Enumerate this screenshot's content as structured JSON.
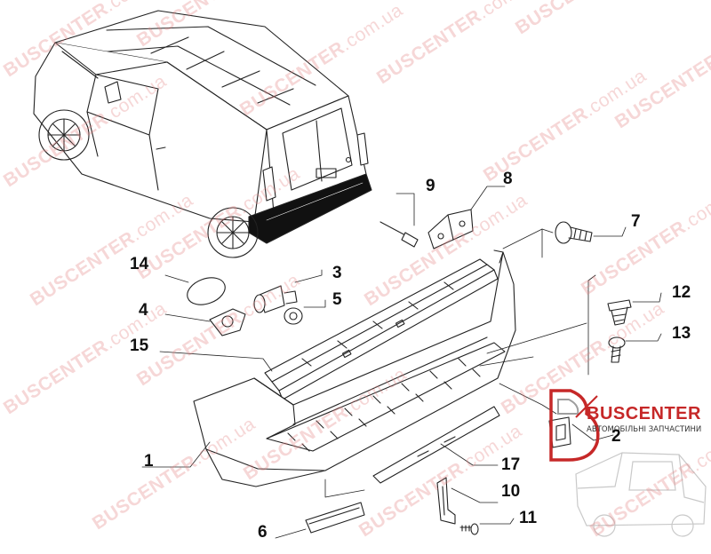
{
  "watermark": {
    "brand": "BUSCENTER",
    "domain": ".com.ua",
    "color": "#e28282"
  },
  "logo": {
    "name": "BUSCENTER",
    "tagline": "АВТОМОБІЛЬНІ ЗАПЧАСТИНИ",
    "color": "#c62828"
  },
  "callouts": [
    "1",
    "2",
    "3",
    "4",
    "5",
    "6",
    "7",
    "8",
    "9",
    "10",
    "11",
    "12",
    "13",
    "14",
    "15",
    "17"
  ]
}
